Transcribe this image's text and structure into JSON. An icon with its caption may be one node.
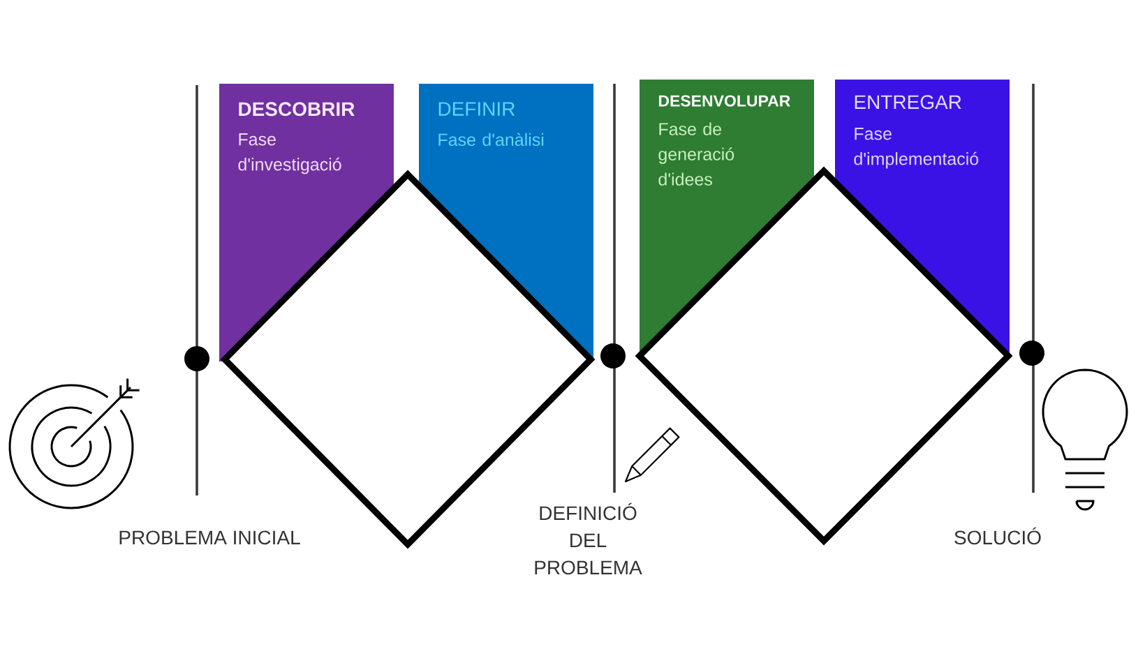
{
  "diagram": {
    "nodes": [
      {
        "text": [
          "DESCOBRIR",
          "Fase d'investigació"
        ]
      },
      {
        "text": [
          "DEFINIR",
          "Fase d'anàlisi"
        ]
      },
      {
        "text": [
          "DESENVOLUPAR",
          "Fase de generació d'idees"
        ]
      },
      {
        "text": [
          "ENTREGAR",
          "Fase d'implementació"
        ]
      },
      {
        "text": [],
        "shape": "diamond"
      },
      {
        "text": [],
        "shape": "diamond"
      }
    ],
    "labels": [
      "PROBLEMA INICIAL",
      "DEFINICIÓ DEL PROBLEMA",
      "SOLUCIÓ"
    ]
  }
}
